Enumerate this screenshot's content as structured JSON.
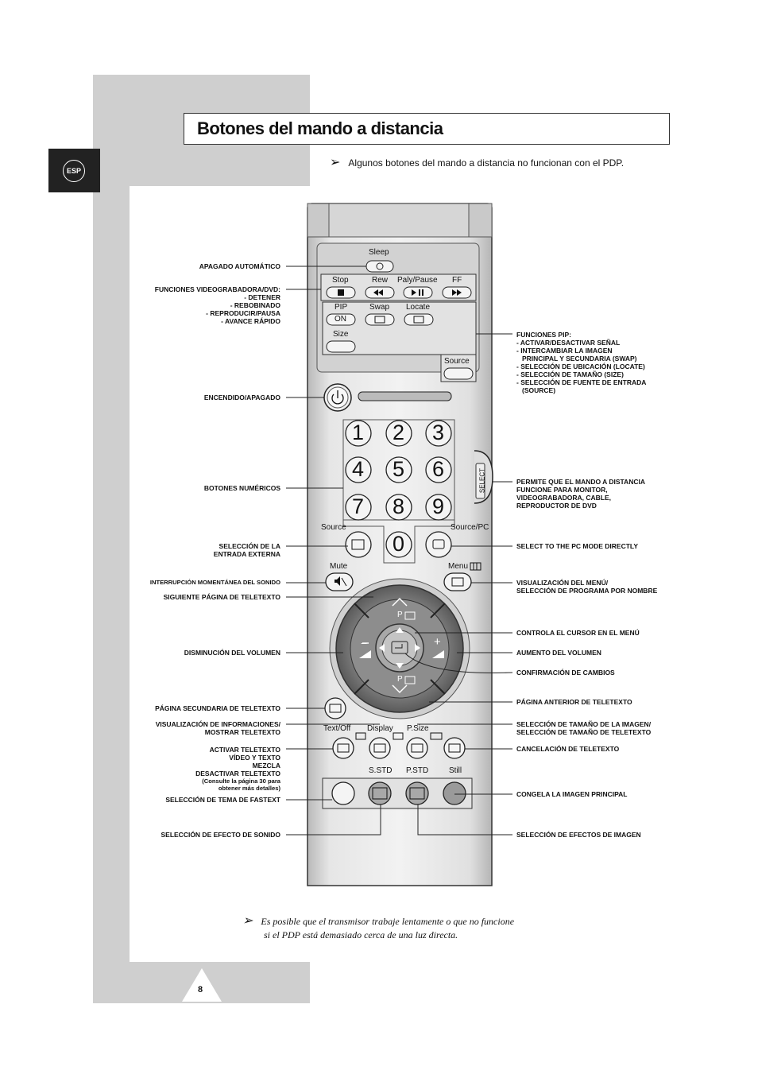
{
  "page": {
    "title": "Botones del mando a distancia",
    "lang_tab": "ESP",
    "top_note": "Algunos botones del mando a distancia no funcionan con el PDP.",
    "bottom_note_line1": "Es posible que el transmisor trabaje lentamente o que no funcione",
    "bottom_note_line2": "si el PDP está demasiado cerca de una luz directa.",
    "page_number": "8",
    "note_arrow": "➢"
  },
  "remote": {
    "sleep": "Sleep",
    "stop": "Stop",
    "rew": "Rew",
    "play_pause": "Paly/Pause",
    "ff": "FF",
    "pip": "PIP",
    "pip_on": "ON",
    "swap": "Swap",
    "locate": "Locate",
    "size": "Size",
    "source_top": "Source",
    "select": "SELECT",
    "digits": [
      "1",
      "2",
      "3",
      "4",
      "5",
      "6",
      "7",
      "8",
      "9",
      "0"
    ],
    "source": "Source",
    "source_pc": "Source/PC",
    "mute": "Mute",
    "menu": "Menu",
    "p_up": "P",
    "p_down": "P",
    "minus": "−",
    "plus": "+",
    "text_off": "Text/Off",
    "display": "Display",
    "p_size": "P.Size",
    "s_std": "S.STD",
    "p_std": "P.STD",
    "still": "Still"
  },
  "labels_left": {
    "l1": "APAGADO AUTOMÁTICO",
    "l2a": "FUNCIONES VIDEOGRABADORA/DVD:",
    "l2b": "- DETENER",
    "l2c": "- REBOBINADO",
    "l2d": "- REPRODUCIR/PAUSA",
    "l2e": "- AVANCE RÁPIDO",
    "l3": "ENCENDIDO/APAGADO",
    "l4": "BOTONES NUMÉRICOS",
    "l5a": "SELECCIÓN DE LA",
    "l5b": "ENTRADA EXTERNA",
    "l6": "INTERRUPCIÓN MOMENTÁNEA DEL SONIDO",
    "l7": "SIGUIENTE PÁGINA DE TELETEXTO",
    "l8": "DISMINUCIÓN DEL VOLUMEN",
    "l9": "PÁGINA SECUNDARIA DE TELETEXTO",
    "l10a": "VISUALIZACIÓN DE INFORMACIONES/",
    "l10b": "MOSTRAR TELETEXTO",
    "l11a": "ACTIVAR TELETEXTO",
    "l11b": "VÍDEO Y TEXTO",
    "l11c": "MEZCLA",
    "l11d": "DESACTIVAR TELETEXTO",
    "l11e": "(Consulte la página 30 para",
    "l11f": "obtener más detalles)",
    "l12": "SELECCIÓN DE TEMA DE FASTEXT",
    "l13": "SELECCIÓN DE EFECTO DE SONIDO"
  },
  "labels_right": {
    "r1a": "FUNCIONES PIP:",
    "r1b": "- ACTIVAR/DESACTIVAR SEÑAL",
    "r1c": "- INTERCAMBIAR LA IMAGEN",
    "r1d": "PRINCIPAL Y SECUNDARIA (SWAP)",
    "r1e": "- SELECCIÓN DE UBICACIÓN (LOCATE)",
    "r1f": "- SELECCIÓN DE TAMAÑO (SIZE)",
    "r1g": "- SELECCIÓN DE FUENTE DE ENTRADA",
    "r1h": "(SOURCE)",
    "r2a": "PERMITE QUE EL MANDO A DISTANCIA",
    "r2b": "FUNCIONE PARA MONITOR,",
    "r2c": "VIDEOGRABADORA, CABLE,",
    "r2d": "REPRODUCTOR DE DVD",
    "r3": "SELECT TO THE PC MODE DIRECTLY",
    "r4a": "VISUALIZACIÓN DEL MENÚ/",
    "r4b": "SELECCIÓN DE PROGRAMA POR NOMBRE",
    "r5": "CONTROLA EL CURSOR EN EL MENÚ",
    "r6": "AUMENTO DEL VOLUMEN",
    "r7": "CONFIRMACIÓN DE CAMBIOS",
    "r8": "PÁGINA ANTERIOR DE TELETEXTO",
    "r9a": "SELECCIÓN DE TAMAÑO DE LA IMAGEN/",
    "r9b": "SELECCIÓN DE TAMAÑO DE TELETEXTO",
    "r10": "CANCELACIÓN DE TELETEXTO",
    "r11": "CONGELA LA IMAGEN PRINCIPAL",
    "r12": "SELECCIÓN DE EFECTOS DE IMAGEN"
  }
}
